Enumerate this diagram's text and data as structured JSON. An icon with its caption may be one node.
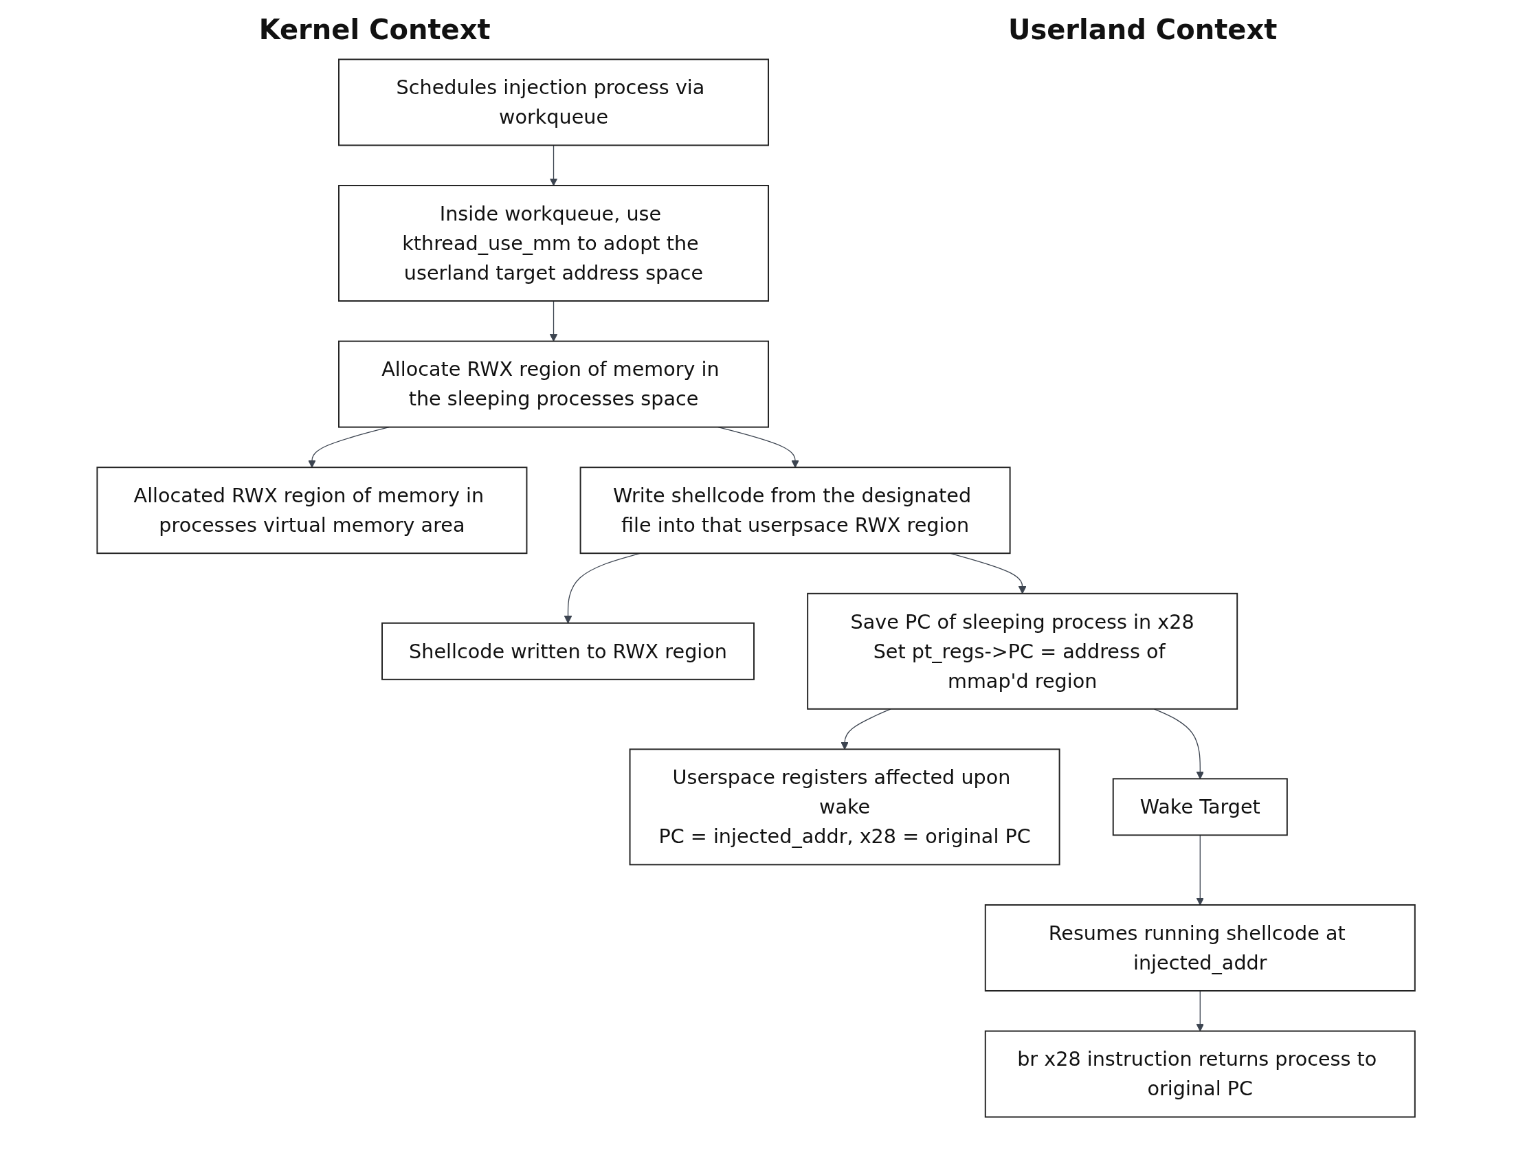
{
  "diagram": {
    "nodes": [
      {
        "text": [
          "Schedules injection process via workqueue"
        ]
      },
      {
        "text": [
          "Inside workqueue, use kthread_use_mm to adopt the userland target address space"
        ]
      },
      {
        "text": [
          "Allocate RWX region of memory in the sleeping processes space"
        ]
      },
      {
        "text": [
          "Allocated RWX region of memory in processes virtual memory area"
        ]
      },
      {
        "text": [
          "Write shellcode from the designated file into that userpsace RWX region"
        ]
      },
      {
        "text": [
          "Shellcode written to RWX region"
        ]
      },
      {
        "text": [
          "Save PC of sleeping process in x28",
          "Set pt_regs->PC = address of mmap'd region"
        ]
      },
      {
        "text": [
          "Userspace registers affected upon wake",
          "PC = injected_addr, x28 = original PC"
        ]
      },
      {
        "text": [
          "Wake Target"
        ]
      },
      {
        "text": [
          "Resumes running shellcode at injected_addr"
        ]
      },
      {
        "text": [
          "br x28 instruction returns process to original PC"
        ]
      }
    ],
    "edges": [
      {
        "from": 0,
        "to": 1,
        "arrow": "to"
      },
      {
        "from": 1,
        "to": 2,
        "arrow": "to"
      },
      {
        "from": 2,
        "to": 3,
        "arrow": "to"
      },
      {
        "from": 2,
        "to": 4,
        "arrow": "to"
      },
      {
        "from": 4,
        "to": 5,
        "arrow": "to"
      },
      {
        "from": 4,
        "to": 6,
        "arrow": "to"
      },
      {
        "from": 6,
        "to": 7,
        "arrow": "to"
      },
      {
        "from": 6,
        "to": 8,
        "arrow": "to"
      },
      {
        "from": 8,
        "to": 9,
        "arrow": "to"
      },
      {
        "from": 9,
        "to": 10,
        "arrow": "to"
      }
    ],
    "labels": [
      "Kernel Context",
      "Userland Context"
    ]
  }
}
